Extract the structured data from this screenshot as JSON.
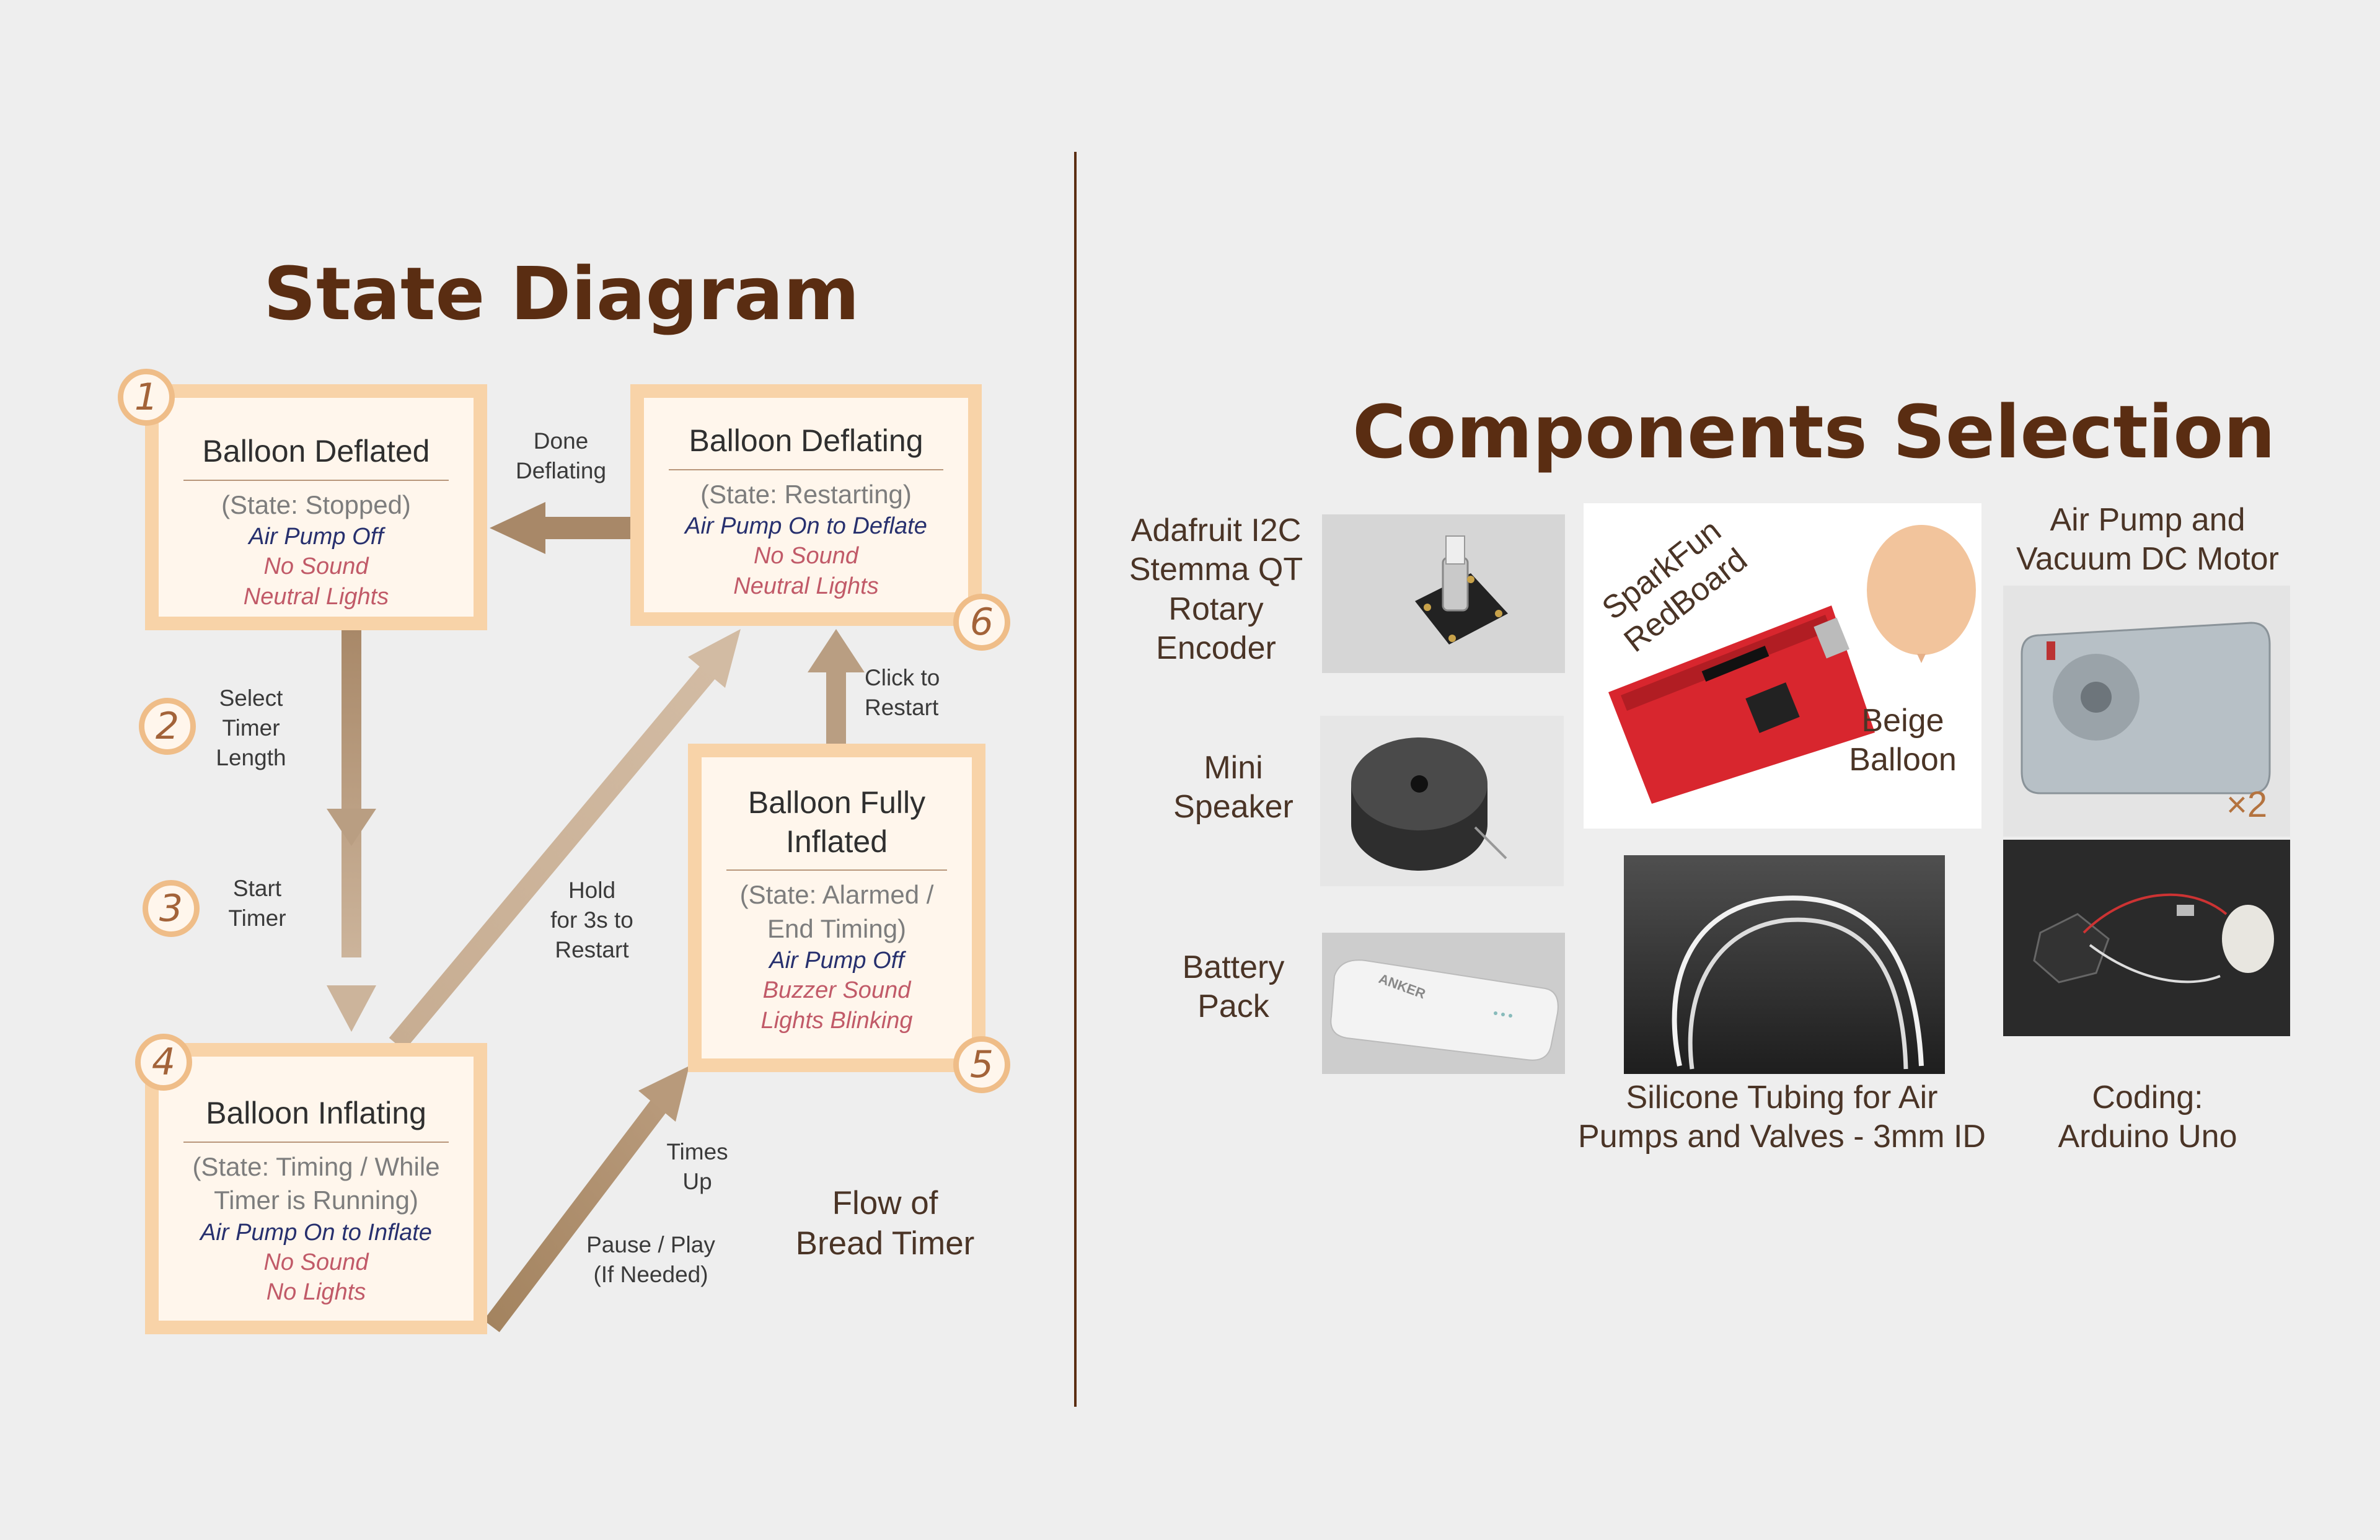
{
  "state_diagram": {
    "title": "State Diagram",
    "states": [
      {
        "number": "1",
        "title": "Balloon Deflated",
        "state": "(State: Stopped)",
        "pump": "Air Pump Off",
        "sound": "No Sound",
        "lights": "Neutral Lights"
      },
      {
        "number": "6",
        "title": "Balloon Deflating",
        "state": "(State: Restarting)",
        "pump": "Air Pump On to Deflate",
        "sound": "No Sound",
        "lights": "Neutral Lights"
      },
      {
        "number": "5",
        "title_line1": "Balloon Fully",
        "title_line2": "Inflated",
        "state_line1": "(State: Alarmed /",
        "state_line2": "End Timing)",
        "pump": "Air Pump Off",
        "sound": "Buzzer Sound",
        "lights": "Lights Blinking"
      },
      {
        "number": "4",
        "title": "Balloon Inflating",
        "state_line1": "(State: Timing / While",
        "state_line2": "Timer is Running)",
        "pump": "Air Pump On to Inflate",
        "sound": "No Sound",
        "lights": "No Lights"
      }
    ],
    "steps": [
      {
        "number": "2",
        "label_lines": [
          "Select",
          "Timer",
          "Length"
        ]
      },
      {
        "number": "3",
        "label_lines": [
          "Start",
          "Timer"
        ]
      }
    ],
    "transitions": {
      "done_deflating": [
        "Done",
        "Deflating"
      ],
      "hold_restart": [
        "Hold",
        "for 3s to",
        "Restart"
      ],
      "click_restart": [
        "Click to",
        "Restart"
      ],
      "times_up": [
        "Times",
        "Up"
      ],
      "pause_play": [
        "Pause / Play",
        "(If Needed)"
      ]
    },
    "flow_caption": [
      "Flow of",
      "Bread Timer"
    ]
  },
  "components": {
    "title": "Components Selection",
    "rotary_encoder": [
      "Adafruit I2C",
      "Stemma QT",
      "Rotary",
      "Encoder"
    ],
    "speaker": [
      "Mini",
      "Speaker"
    ],
    "battery": [
      "Battery",
      "Pack"
    ],
    "redboard": [
      "SparkFun",
      "RedBoard"
    ],
    "balloon": [
      "Beige",
      "Balloon"
    ],
    "pump": [
      "Air Pump and",
      "Vacuum DC Motor"
    ],
    "pump_qty": "×2",
    "tubing": [
      "Silicone Tubing for Air",
      "Pumps and Valves - 3mm ID"
    ],
    "coding": [
      "Coding:",
      "Arduino Uno"
    ],
    "battery_brand": "ANKER"
  },
  "colors": {
    "heading": "#5a2d12",
    "state_border": "#f8d3a8",
    "state_fill": "#fff6ec",
    "badge_border": "#efbd88",
    "arrow_dark": "#a88868",
    "arrow_light": "#ccb49b",
    "pump_text": "#27306e",
    "sound_text": "#c15a68",
    "balloon": "#f2c49c",
    "redboard": "#d8262e"
  }
}
